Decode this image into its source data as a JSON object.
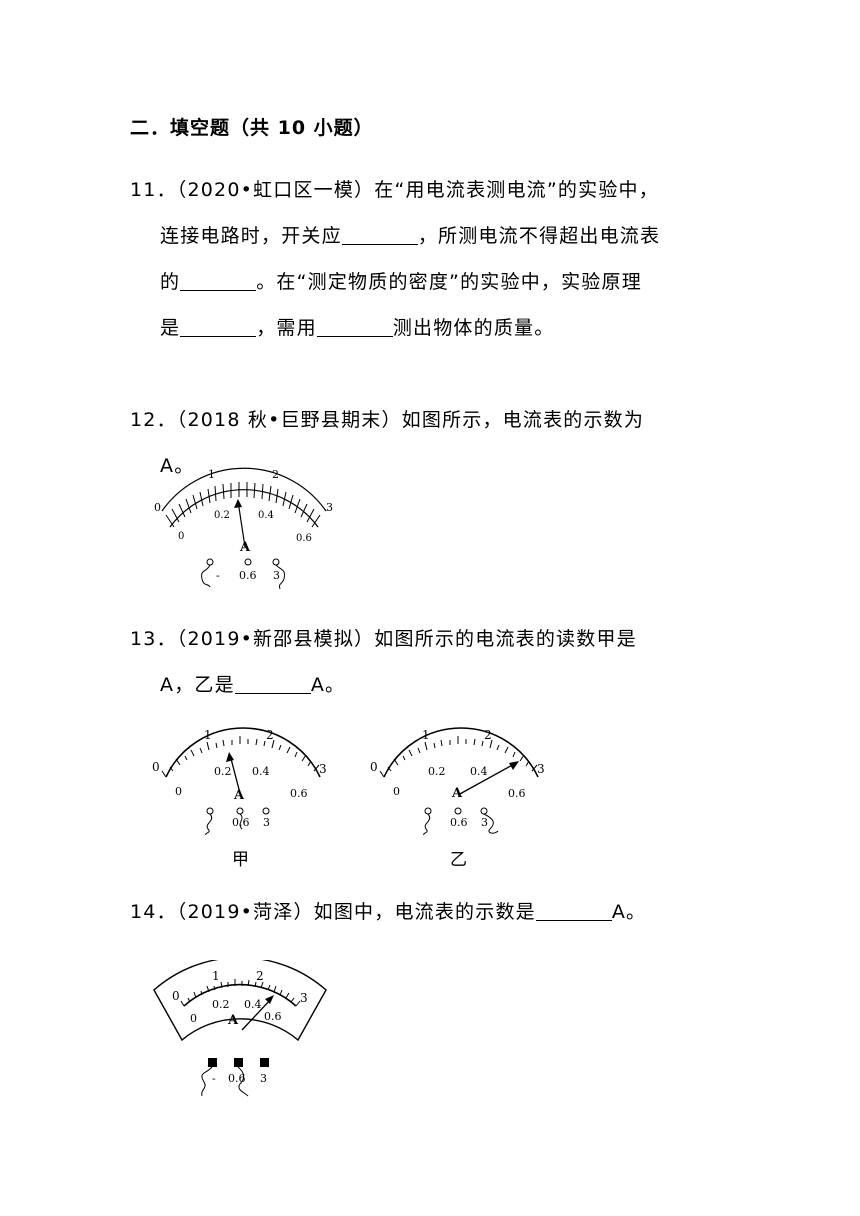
{
  "section": {
    "title": "二．填空题（共 10 小题）"
  },
  "q11": {
    "line1": "11．（2020•虹口区一模）在“用电流表测电流”的实验中，",
    "line2a": "连接电路时，开关应",
    "line2b": "，所测电流不得超出电流表",
    "line3a": "的",
    "line3b": "。在“测定物质的密度”的实验中，实验原理",
    "line4a": "是",
    "line4b": "，需用",
    "line4c": "测出物体的质量。"
  },
  "q12": {
    "line1": "12．（2018 秋•巨野县期末）如图所示，电流表的示数为",
    "line2": "A。"
  },
  "q13": {
    "line1": "13．（2019•新邵县模拟）如图所示的电流表的读数甲是",
    "line2a": "A，乙是",
    "line2b": "A。",
    "label_jia": "甲",
    "label_yi": "乙"
  },
  "q14": {
    "line1a": "14．（2019•菏泽）如图中，电流表的示数是",
    "line1b": "A。"
  },
  "meter": {
    "unit": "A",
    "big_scale": [
      "0",
      "1",
      "2",
      "3"
    ],
    "small_scale": [
      "0",
      "0.2",
      "0.4",
      "0.6"
    ],
    "terminals": [
      "-",
      "0.6",
      "3"
    ]
  }
}
